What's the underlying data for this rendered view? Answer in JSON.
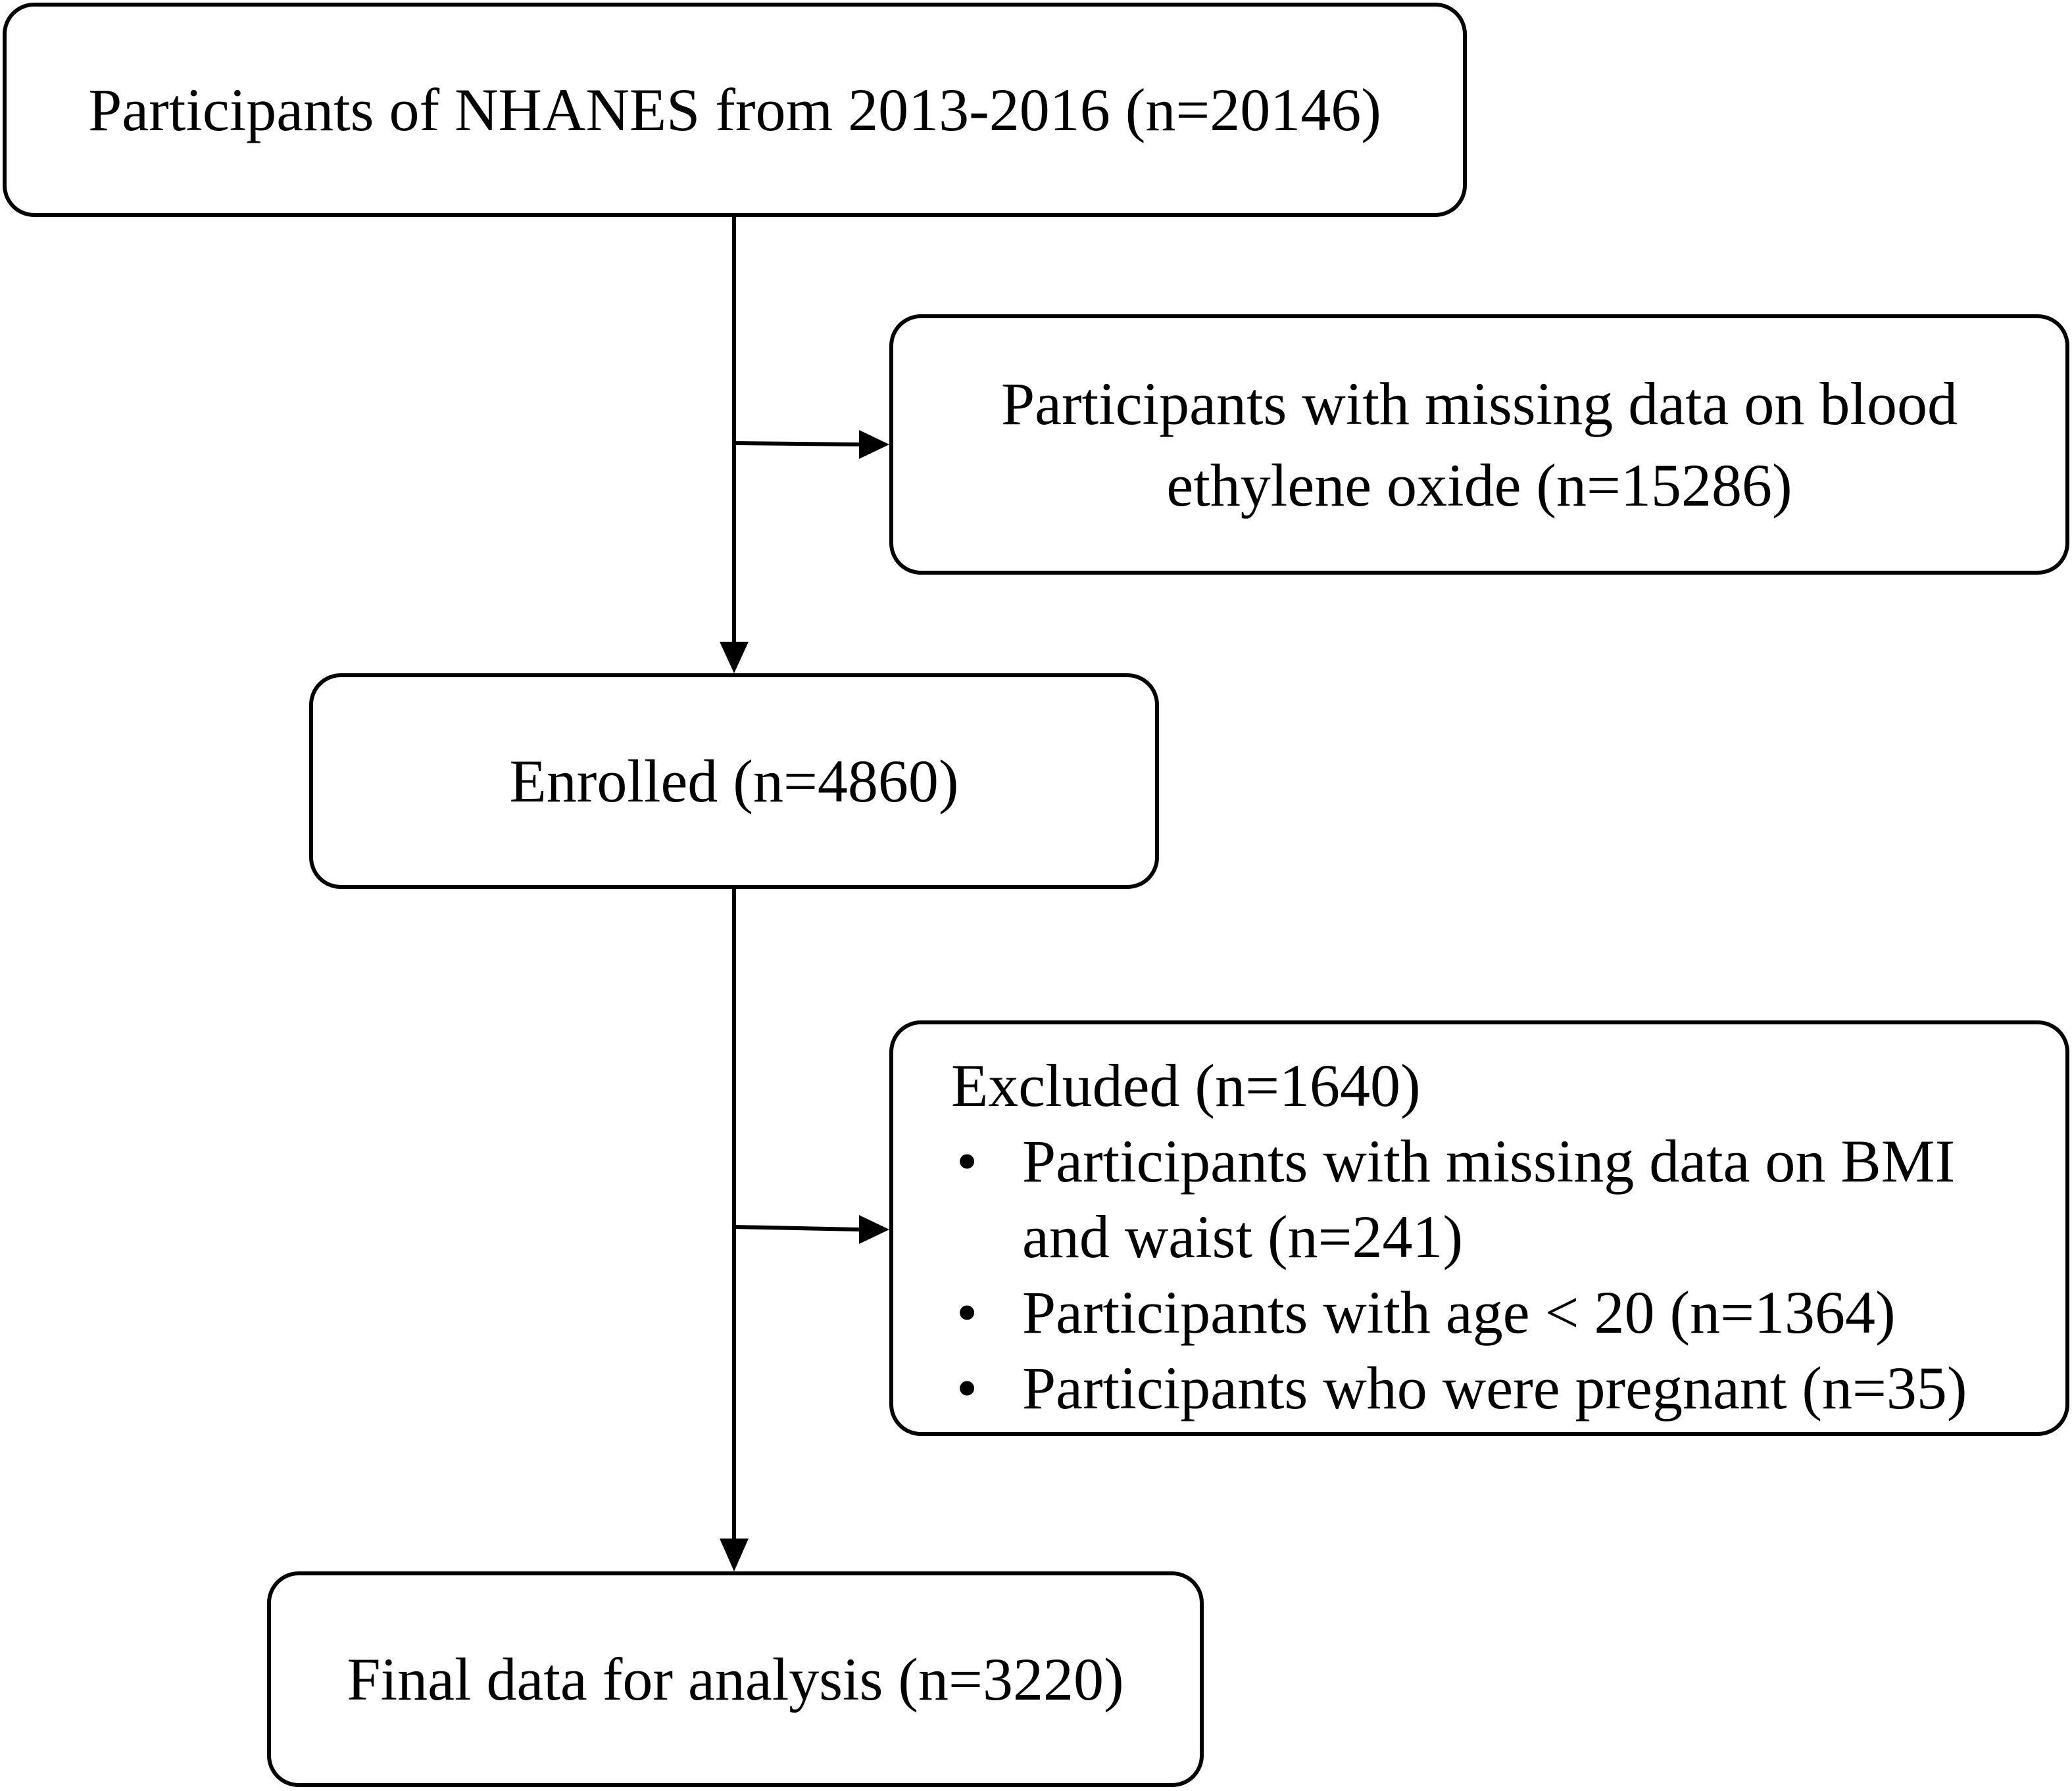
{
  "flowchart": {
    "start": {
      "text": "Participants of NHANES from 2013-2016 (n=20146)"
    },
    "missing_eo": {
      "lines": [
        "Participants with missing data on blood",
        "ethylene oxide (n=15286)"
      ]
    },
    "enrolled": {
      "text": "Enrolled (n=4860)"
    },
    "excluded": {
      "title": "Excluded (n=1640)",
      "bullet": "•",
      "items": [
        {
          "lines": [
            "Participants with missing data on BMI",
            "and waist (n=241)"
          ]
        },
        {
          "lines": [
            "Participants with age < 20 (n=1364)"
          ]
        },
        {
          "lines": [
            "Participants who were pregnant (n=35)"
          ]
        }
      ]
    },
    "final": {
      "text": "Final data for analysis (n=3220)"
    }
  },
  "colors": {
    "stroke": "#000000",
    "background": "#ffffff"
  }
}
